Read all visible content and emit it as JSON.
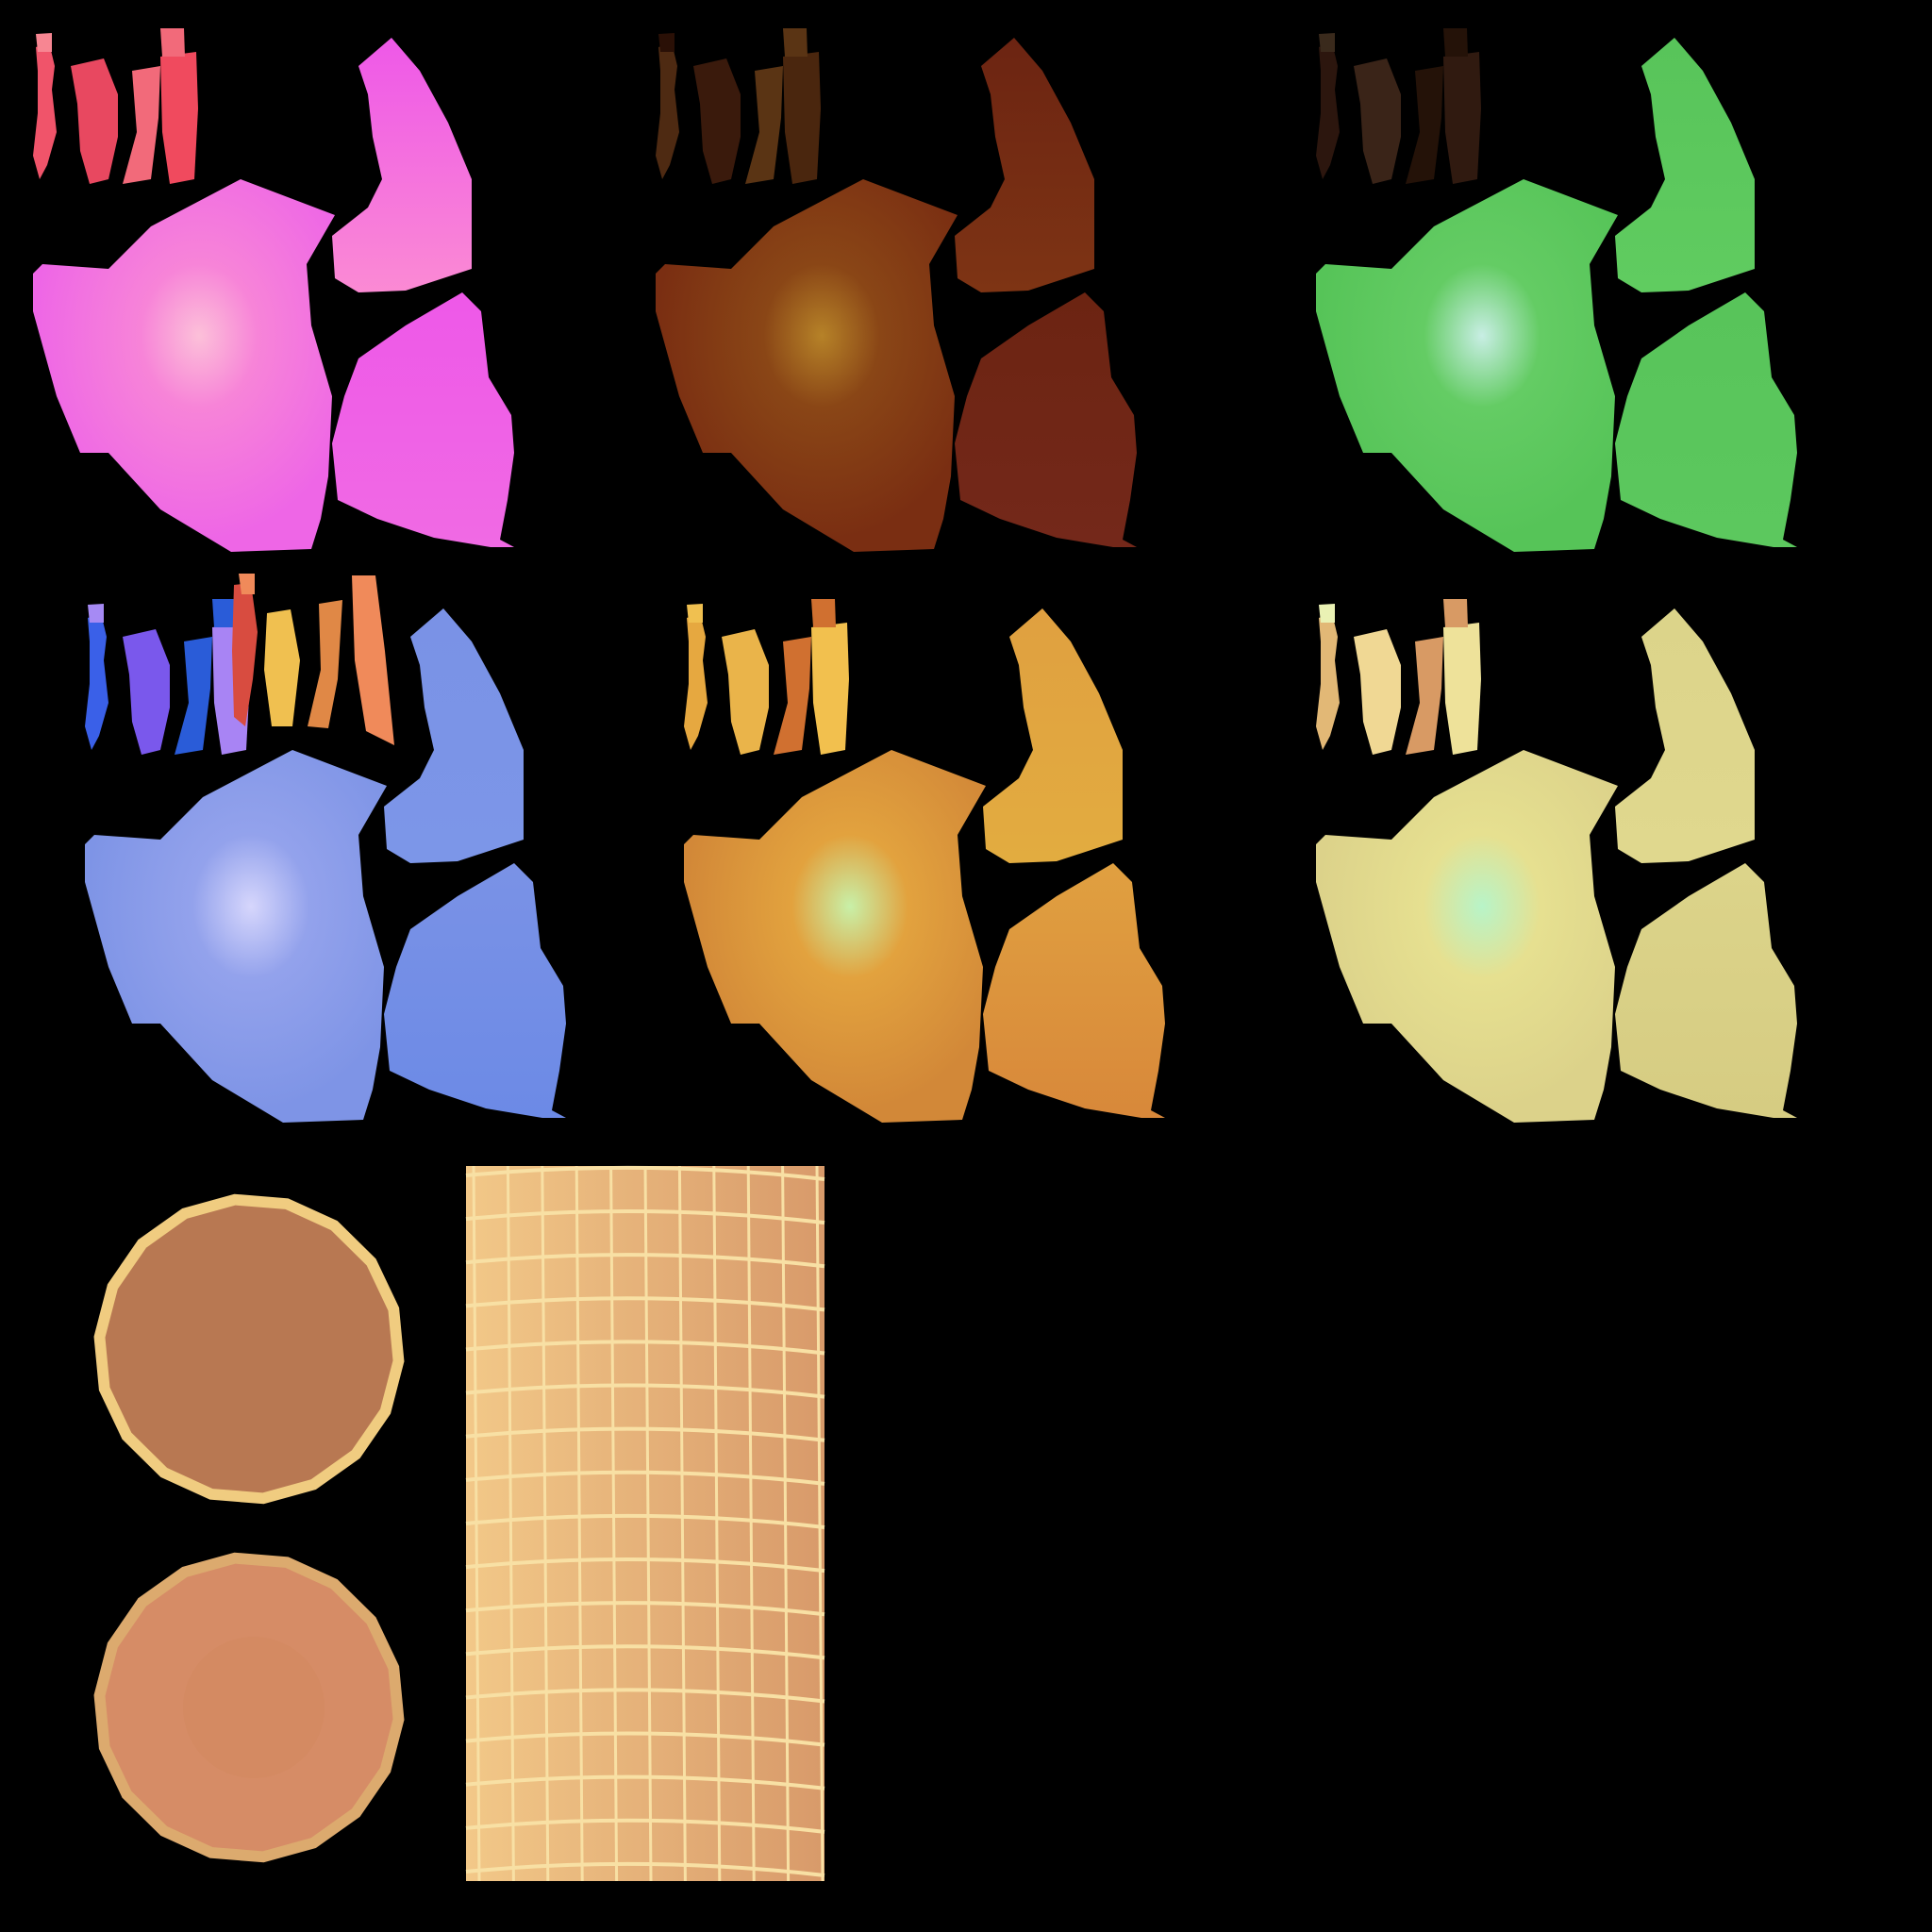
{
  "background_color": "#000000",
  "uv_sets": [
    {
      "name": "pink",
      "icon": "uv-island-set",
      "colors": {
        "small": [
          "#f0546a",
          "#e84860",
          "#f26a7a",
          "#f04a5e"
        ],
        "tip": "#f78692",
        "main": "#f784d8",
        "main_light": "#fcc0d9",
        "main_dark": "#ee66e6",
        "tail": "#fb8ad4",
        "lobe": "#f06ae4",
        "lobe_top": "#ee58e8"
      }
    },
    {
      "name": "brown",
      "icon": "uv-island-set",
      "colors": {
        "small": [
          "#4e2a12",
          "#3a1a0c",
          "#5a3414",
          "#4a260e"
        ],
        "tip": "#2a1006",
        "main": "#8a4616",
        "main_light": "#b68228",
        "main_dark": "#7a2e12",
        "tail": "#7e3414",
        "lobe": "#74281a",
        "lobe_top": "#6c2412"
      }
    },
    {
      "name": "green",
      "icon": "uv-island-set",
      "colors": {
        "small": [
          "#2c160e",
          "#3a2418",
          "#241208",
          "#301a10"
        ],
        "tip": "#3a2a1c",
        "main": "#64cc64",
        "main_light": "#c8eee4",
        "main_dark": "#56c458",
        "tail": "#60cc60",
        "lobe": "#5cc85e",
        "lobe_top": "#58c45a"
      }
    },
    {
      "name": "blue",
      "icon": "uv-island-set",
      "colors": {
        "small": [
          "#3a60e8",
          "#7a58ec",
          "#2a5cd8",
          "#a884f4"
        ],
        "tip": "#a68af4",
        "main": "#93a2ec",
        "main_light": "#d6d6fc",
        "main_dark": "#7e94e6",
        "tail": "#7c96e8",
        "lobe": "#6c8ae6",
        "lobe_top": "#7a92e6"
      }
    },
    {
      "name": "orange",
      "icon": "uv-island-set",
      "colors": {
        "small": [
          "#e6a840",
          "#eab44a",
          "#d07030",
          "#f2c04e"
        ],
        "tip": "#f0c050",
        "main": "#e2a23e",
        "main_light": "#c8f0a8",
        "main_dark": "#d28838",
        "tail": "#e2ac40",
        "lobe": "#d8883a",
        "lobe_top": "#e0a040"
      }
    },
    {
      "name": "cream",
      "icon": "uv-island-set",
      "colors": {
        "small": [
          "#e2b876",
          "#f0d894",
          "#d89a64",
          "#eee29a"
        ],
        "tip": "#eaf2b4",
        "main": "#e6e090",
        "main_light": "#b8f4c8",
        "main_dark": "#dcd28a",
        "tail": "#e0d88e",
        "lobe": "#d6cc82",
        "lobe_top": "#dcd48a"
      }
    }
  ],
  "extra_small_islands": {
    "icon": "uv-island-strip",
    "colors": [
      "#d84c40",
      "#f0c050",
      "#e08846",
      "#f08a5a"
    ]
  },
  "discs": [
    {
      "name": "disc-top",
      "icon": "uv-disc",
      "rim": "#f0cc80",
      "fill": "#b87852"
    },
    {
      "name": "disc-bottom",
      "icon": "uv-disc",
      "rim": "#dcaa6e",
      "fill": "#d68c66"
    }
  ],
  "grid_panel": {
    "icon": "uv-grid-panel",
    "base": "#f2c888",
    "line": "#f8e0a4",
    "shadow": "#d89a6a"
  }
}
